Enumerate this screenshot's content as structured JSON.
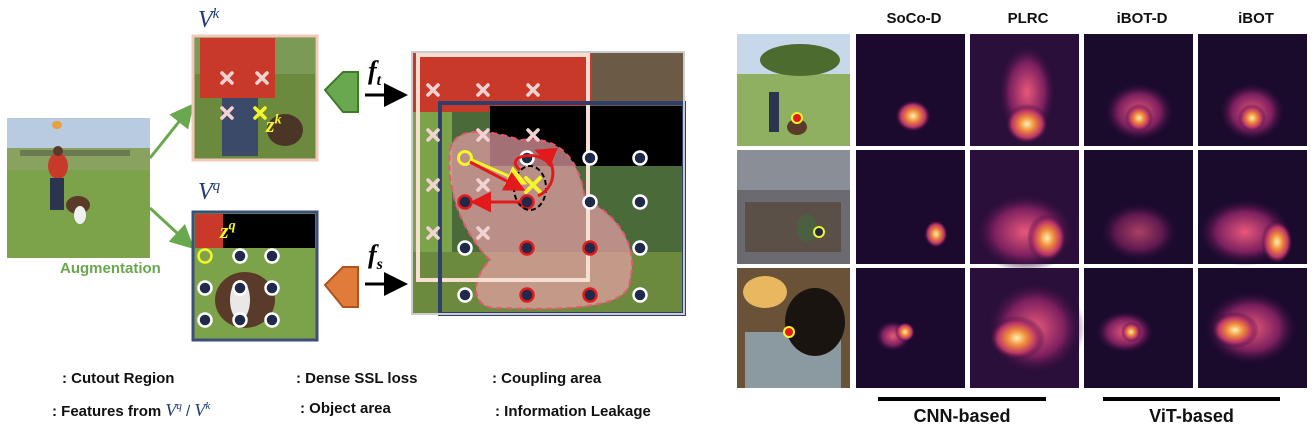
{
  "left_figure": {
    "labels": {
      "view_k": "V",
      "view_k_sup": "k",
      "view_q": "V",
      "view_q_sup": "q",
      "z_k": "z",
      "z_k_sup": "k",
      "z_q": "z",
      "z_q_sup": "q",
      "f_t": "f",
      "f_t_sub": "t",
      "f_s": "f",
      "f_s_sub": "s",
      "augmentation": "Augmentation"
    },
    "colors": {
      "view_k_border": "#f2c9b8",
      "view_q_border": "#3b4f7a",
      "teacher_encoder": "#6aa84f",
      "student_encoder": "#e07b39",
      "dense_loss": "#f5f52a",
      "leakage": "#e31a1c",
      "object_area": "#e8a0a8",
      "cutout": "#000000"
    }
  },
  "legend": {
    "cutout": ": Cutout Region",
    "features": ": Features from",
    "features_vq": "V",
    "features_vq_sup": "q",
    "features_sep": "/",
    "features_vk": "V",
    "features_vk_sup": "k",
    "dense_loss": ": Dense SSL loss",
    "object_area": ": Object area",
    "coupling": ": Coupling area",
    "leakage": ": Information Leakage"
  },
  "right_figure": {
    "columns": [
      "SoCo-D",
      "PLRC",
      "iBOT-D",
      "iBOT"
    ],
    "groups": [
      "CNN-based",
      "ViT-based"
    ]
  }
}
